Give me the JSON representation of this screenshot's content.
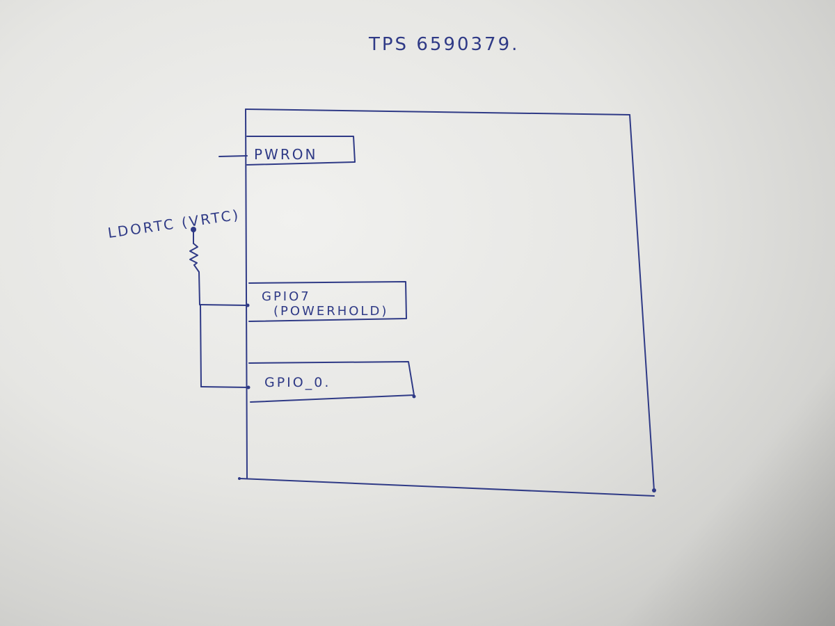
{
  "diagram": {
    "chip_label": "TPS 6590379.",
    "supply_label": "LDORTC (VRTC)",
    "pins": [
      {
        "id": "pwron",
        "label": "PWRON",
        "sublabel": ""
      },
      {
        "id": "gpio7",
        "label": "GPIO7",
        "sublabel": "(POWERHOLD)"
      },
      {
        "id": "gpio0",
        "label": "GPIO_0.",
        "sublabel": ""
      }
    ]
  },
  "colors": {
    "ink": "#2f3a86",
    "paper": "#e6e6e3"
  }
}
